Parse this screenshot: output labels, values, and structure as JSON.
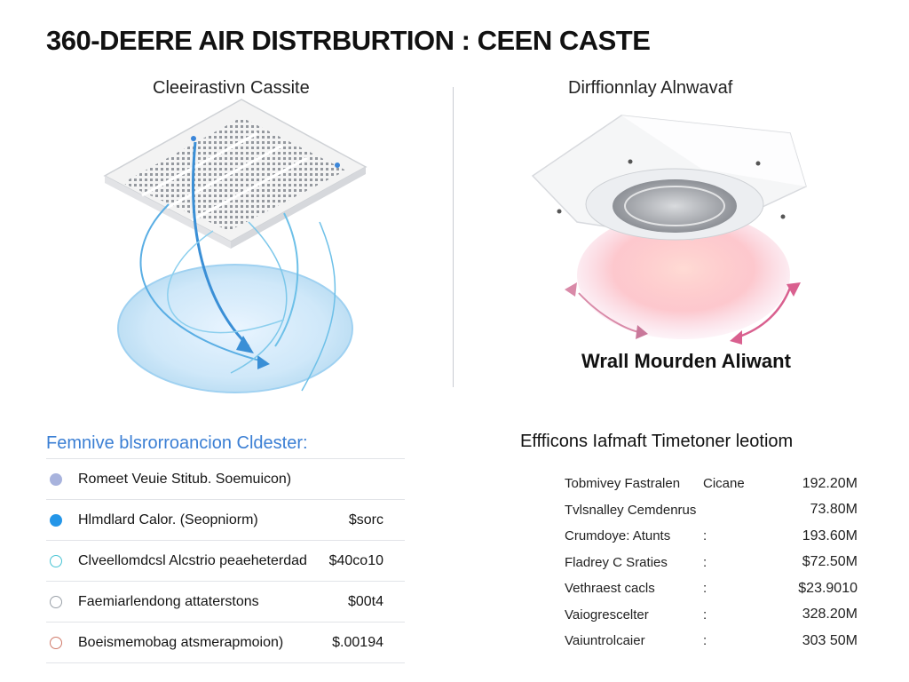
{
  "header": {
    "title": "360-DEERE AIR DISTRBURTION : CEEN CASTE"
  },
  "left_panel": {
    "title": "Cleeirastivn Cassite"
  },
  "right_panel": {
    "title": "Dirffionnlay Alnwavaf",
    "product_label": "Wrall Mourden Aliwant"
  },
  "left_section": {
    "heading": "Femnive blsrorroancion Cldester:",
    "items": [
      {
        "label": "Romeet Veuie Stitub. Soemuicon)",
        "value": "",
        "bullet_color": "#a8b3dd",
        "bullet_style": "filled"
      },
      {
        "label": "Hlmdlard Calor. (Seopniorm)",
        "value": "$sorc",
        "bullet_color": "#2496e8",
        "bullet_style": "filled"
      },
      {
        "label": "Clveellomdcsl Alcstrio peaeheterdad",
        "value": "$40co10",
        "bullet_color": "#49c4d4",
        "bullet_style": "outline"
      },
      {
        "label": "Faemiarlendong attaterstons",
        "value": "$00t4",
        "bullet_color": "#9aa0a8",
        "bullet_style": "outline"
      },
      {
        "label": "Boeismemobag atsmerapmoion)",
        "value": "$.00194",
        "bullet_color": "#d07a6a",
        "bullet_style": "outline"
      }
    ]
  },
  "right_section": {
    "heading": "Effficons Iafmaft Timetoner leotiom",
    "rows": [
      {
        "label": "Tobmivey Fastralen",
        "colon": "Cicane",
        "value": "192.20M"
      },
      {
        "label": "Tvlsnalley Cemdenrus",
        "colon": "",
        "value": "73.80M"
      },
      {
        "label": "Crumdoye: Atunts",
        "colon": ":",
        "value": "193.60M"
      },
      {
        "label": "Fladrey C Sraties",
        "colon": ":",
        "value": "$72.50M"
      },
      {
        "label": "Vethraest cacls",
        "colon": ":",
        "value": "$23.9010"
      },
      {
        "label": "Vaiogrescelter",
        "colon": ":",
        "value": "328.20M"
      },
      {
        "label": "Vaiuntrolcaier",
        "colon": ":",
        "value": "303 50M"
      }
    ]
  }
}
